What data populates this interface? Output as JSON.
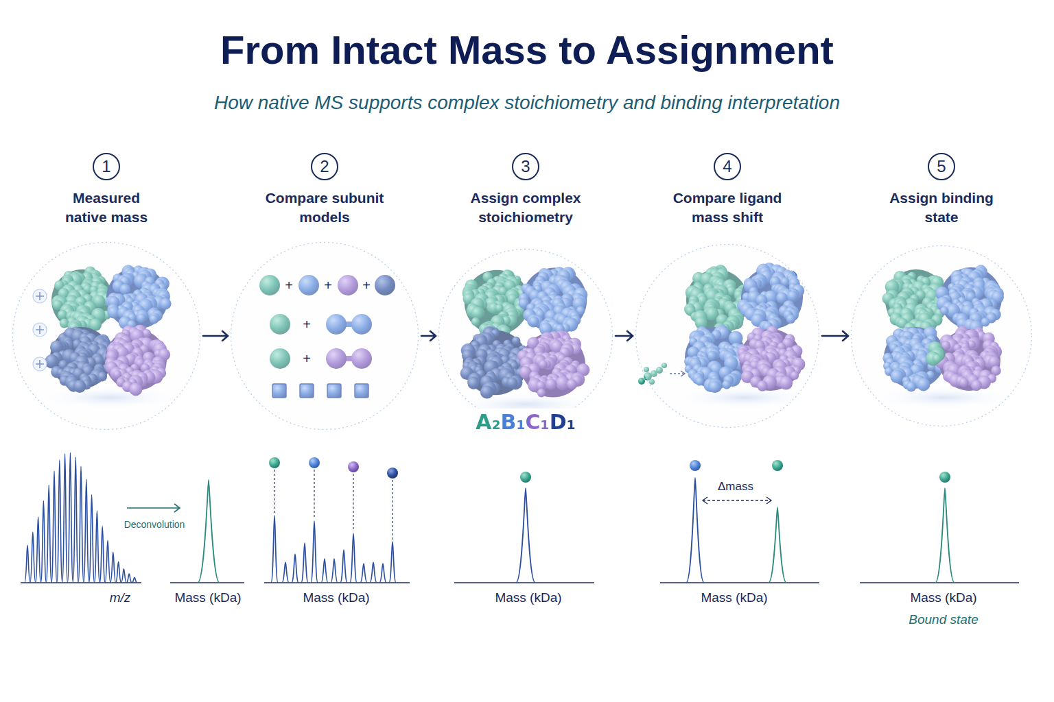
{
  "diagram": {
    "title": "From Intact Mass to Assignment",
    "nodes": [
      {
        "text": [
          "1",
          "Measured native mass"
        ]
      },
      {
        "text": [
          "2",
          "Compare subunit models"
        ]
      },
      {
        "text": [
          "3",
          "Assign complex stoichiometry",
          "A₂B₁C₁D₁"
        ]
      },
      {
        "text": [
          "4",
          "Compare ligand mass shift"
        ]
      },
      {
        "text": [
          "5",
          "Assign binding state"
        ]
      }
    ],
    "edges": [
      {
        "from": 0,
        "to": 1,
        "arrow": "to"
      },
      {
        "from": 1,
        "to": 2,
        "arrow": "to"
      },
      {
        "from": 2,
        "to": 3,
        "arrow": "to"
      },
      {
        "from": 3,
        "to": 4,
        "arrow": "to"
      }
    ],
    "labels": [
      "How native MS supports complex stoichiometry and binding interpretation",
      "+",
      "+",
      "+",
      "+",
      "+",
      "Deconvolution",
      "m/z",
      "Mass (kDa)",
      "Mass (kDa)",
      "Mass (kDa)",
      "Δmass",
      "Mass (kDa)",
      "Mass (kDa)",
      "Bound state"
    ]
  }
}
